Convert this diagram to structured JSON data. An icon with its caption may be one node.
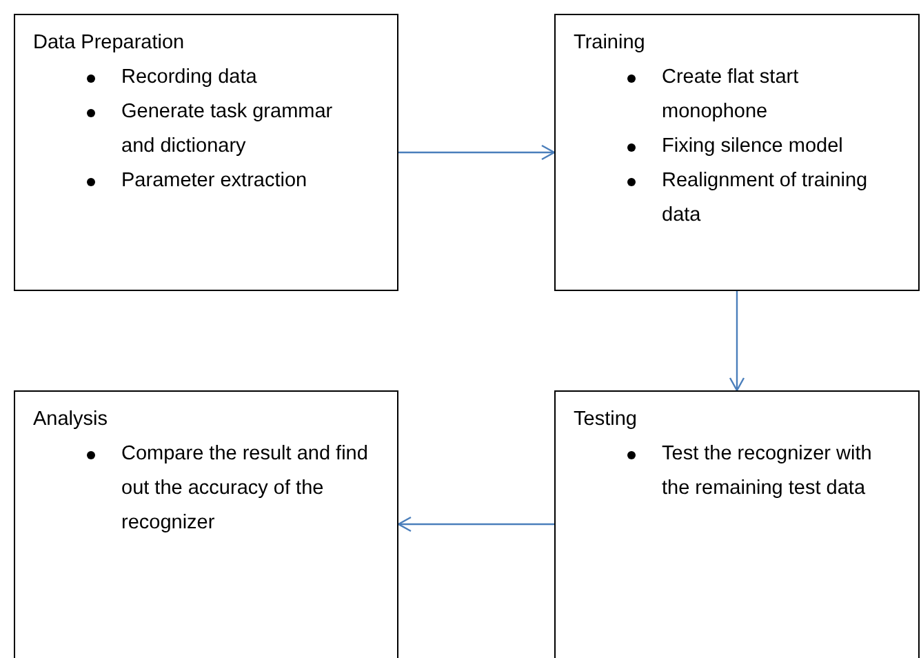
{
  "diagram": {
    "nodes": [
      {
        "text": [
          "Data Preparation",
          "Recording data",
          "Generate task grammar and dictionary",
          "Parameter extraction"
        ]
      },
      {
        "text": [
          "Training",
          "Create flat start monophone",
          "Fixing silence model",
          "Realignment of training data"
        ]
      },
      {
        "text": [
          "Analysis",
          "Compare the result and find out the accuracy of the recognizer"
        ]
      },
      {
        "text": [
          "Testing",
          "Test the recognizer with the remaining test data"
        ]
      }
    ],
    "edges": [
      {
        "from": 0,
        "to": 1,
        "arrow": "to"
      },
      {
        "from": 1,
        "to": 3,
        "arrow": "to"
      },
      {
        "from": 3,
        "to": 2,
        "arrow": "to"
      }
    ]
  }
}
